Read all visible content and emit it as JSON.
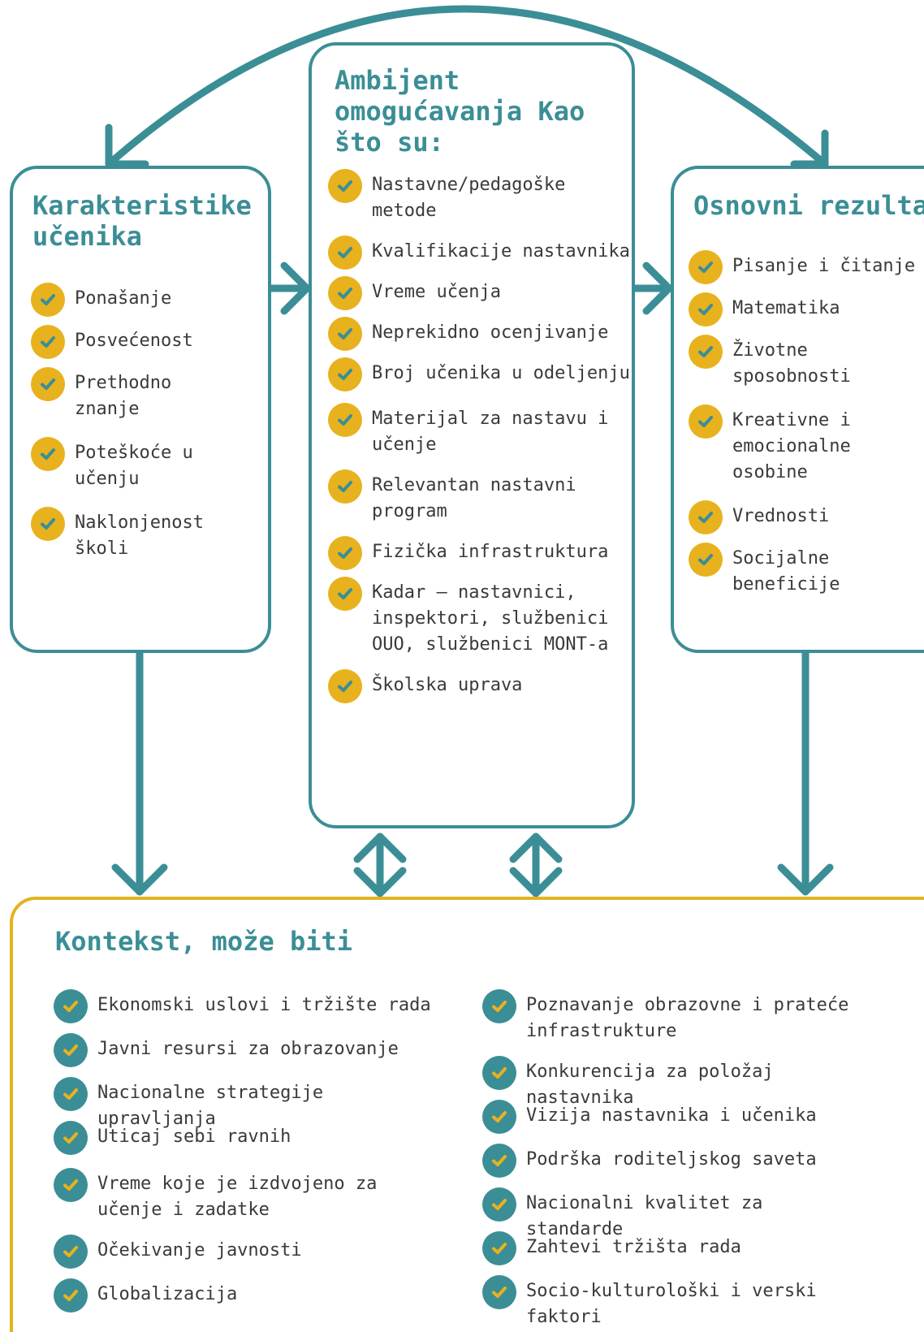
{
  "learner": {
    "title": "Karakteristike učenika",
    "items": [
      "Ponašanje",
      "Posvećenost",
      "Prethodno znanje",
      "Poteškoće u učenju",
      "Naklonjenost školi"
    ]
  },
  "enabling": {
    "title": "Ambijent omogućavanja Kao što su:",
    "items": [
      "Nastavne/pedagoške metode",
      "Kvalifikacije nastavnika",
      "Vreme učenja",
      "Neprekidno ocenjivanje",
      "Broj učenika u odeljenju",
      "Materijal za nastavu i učenje",
      "Relevantan nastavni program",
      "Fizička infrastruktura",
      "Kadar – nastavnici, inspektori, službenici OUO, službenici MONT-a",
      "Školska uprava"
    ]
  },
  "outcomes": {
    "title": "Osnovni rezultati",
    "items": [
      "Pisanje i čitanje",
      "Matematika",
      "Životne sposobnosti",
      "Kreativne i emocionalne osobine",
      "Vrednosti",
      "Socijalne beneficije"
    ]
  },
  "context": {
    "title": "Kontekst, može biti",
    "left": [
      "Ekonomski uslovi i tržište rada",
      "Javni resursi za obrazovanje",
      "Nacionalne strategije upravljanja",
      "Uticaj sebi ravnih",
      "Vreme koje je izdvojeno za učenje i zadatke",
      "Očekivanje javnosti",
      "Globalizacija"
    ],
    "right": [
      "Poznavanje obrazovne i prateće infrastrukture",
      "Konkurencija za položaj nastavnika",
      "Vizija nastavnika i učenika",
      "Podrška roditeljskog saveta",
      "Nacionalni kvalitet za standarde",
      "Zahtevi tržišta rada",
      "Socio-kulturološki i verski faktori"
    ]
  },
  "colors": {
    "teal": "#3b8e96",
    "gold": "#e4b31d",
    "check_gold": "#e8b21e",
    "text": "#3a3a3a"
  }
}
